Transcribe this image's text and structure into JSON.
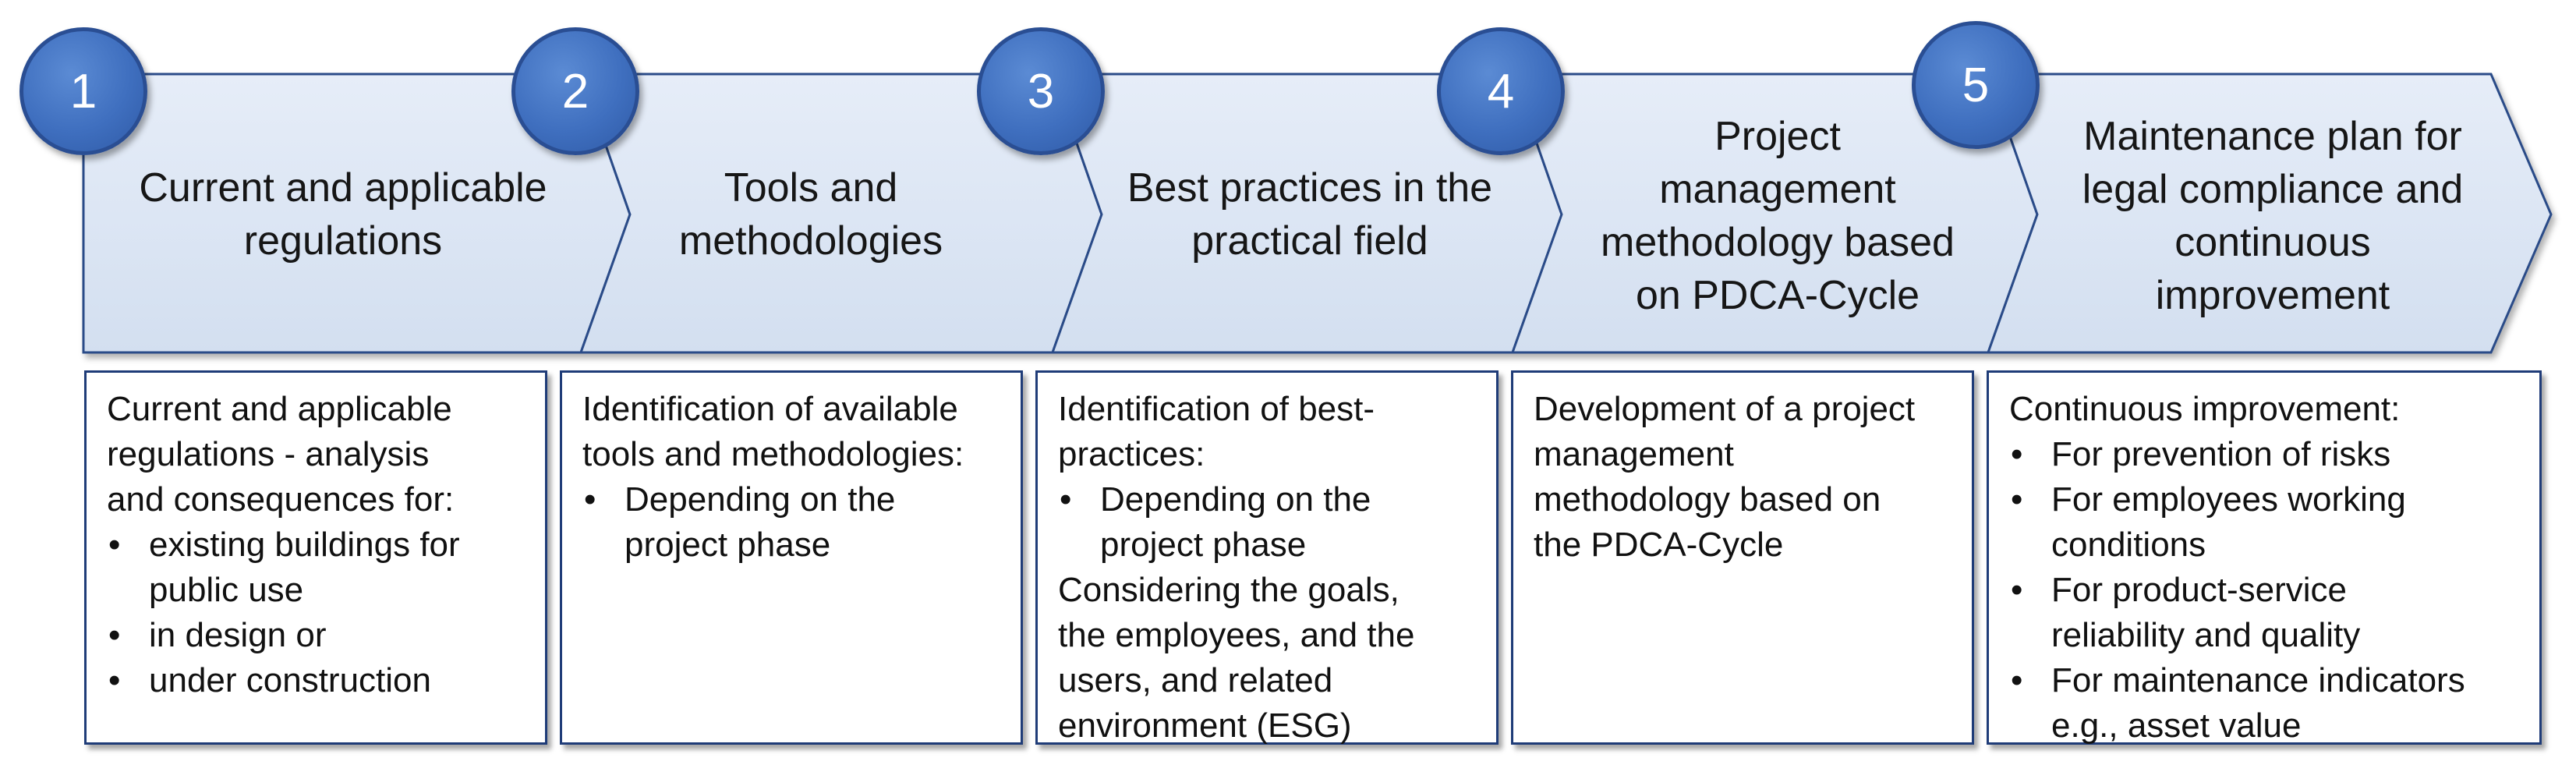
{
  "steps": [
    {
      "number": "1",
      "title": "Current and applicable\nregulations",
      "box_intro": [
        "Current and applicable",
        "regulations - analysis",
        "and consequences for:"
      ],
      "bullets": [
        "existing buildings for\npublic use",
        "in design or",
        "under construction"
      ],
      "box_outro": []
    },
    {
      "number": "2",
      "title": "Tools and\nmethodologies",
      "box_intro": [
        "Identification of available",
        "tools and methodologies:"
      ],
      "bullets": [
        "Depending on the\nproject phase"
      ],
      "box_outro": []
    },
    {
      "number": "3",
      "title": "Best practices in the\npractical field",
      "box_intro": [
        "Identification of best-",
        "practices:"
      ],
      "bullets": [
        "Depending on the\nproject phase"
      ],
      "box_outro": [
        "Considering the goals,",
        "the employees, and the",
        "users, and related",
        "environment (ESG)"
      ]
    },
    {
      "number": "4",
      "title": "Project\nmanagement\nmethodology based\non PDCA-Cycle",
      "box_intro": [
        "Development of a project",
        "management",
        "methodology based on",
        "the PDCA-Cycle"
      ],
      "bullets": [],
      "box_outro": []
    },
    {
      "number": "5",
      "title": "Maintenance plan for\nlegal compliance and\ncontinuous\nimprovement",
      "box_intro": [
        "Continuous improvement:"
      ],
      "bullets": [
        "For prevention of risks",
        "For employees working\nconditions",
        "For product-service\nreliability and quality",
        "For maintenance indicators\ne.g., asset value"
      ],
      "box_outro": []
    }
  ],
  "colors": {
    "arrow_fill": "#dbe5f3",
    "arrow_stroke": "#2b4c88",
    "badge_fill": "#4272c4",
    "box_border": "#1f3c78"
  }
}
